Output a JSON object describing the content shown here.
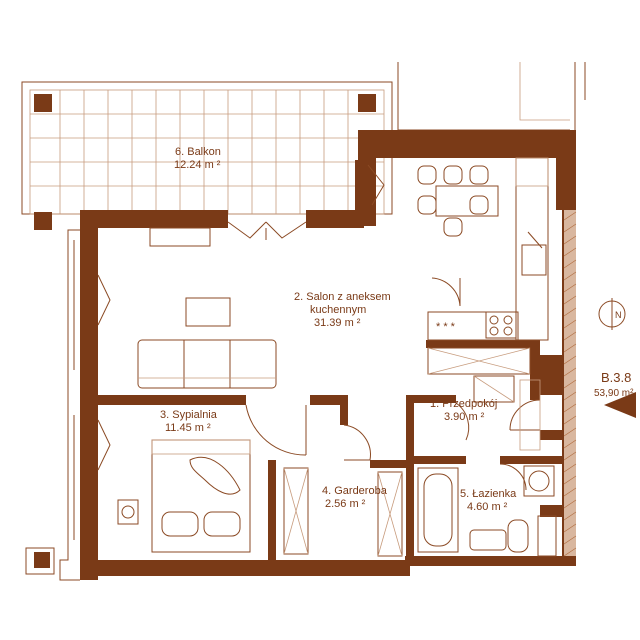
{
  "colors": {
    "wall": "#7a3a17",
    "line": "#8b4a24",
    "text": "#7a3a17",
    "hatch": "#b06a3e"
  },
  "rooms": [
    {
      "id": "balkon",
      "name": "6. Balkon",
      "area": "12.24 m ²"
    },
    {
      "id": "salon",
      "name_line1": "2. Salon z aneksem",
      "name_line2": "kuchennym",
      "area": "31.39 m ²"
    },
    {
      "id": "sypialnia",
      "name": "3. Sypialnia",
      "area": "11.45 m ²"
    },
    {
      "id": "przedpokoj",
      "name": "1. Przedpokój",
      "area": "3.90 m ²"
    },
    {
      "id": "garderoba",
      "name": "4. Garderoba",
      "area": "2.56 m ²"
    },
    {
      "id": "lazienka",
      "name": "5. Łazienka",
      "area": "4.60 m ²"
    }
  ],
  "unit": {
    "code": "B.3.8",
    "area": "53,90 m²"
  },
  "compass": {
    "letter": "N"
  },
  "icons": [
    "entrance-arrow-icon",
    "north-compass-icon",
    "stove-icon",
    "sink-icon",
    "bathtub-icon",
    "toilet-icon",
    "washing-machine-icon"
  ]
}
